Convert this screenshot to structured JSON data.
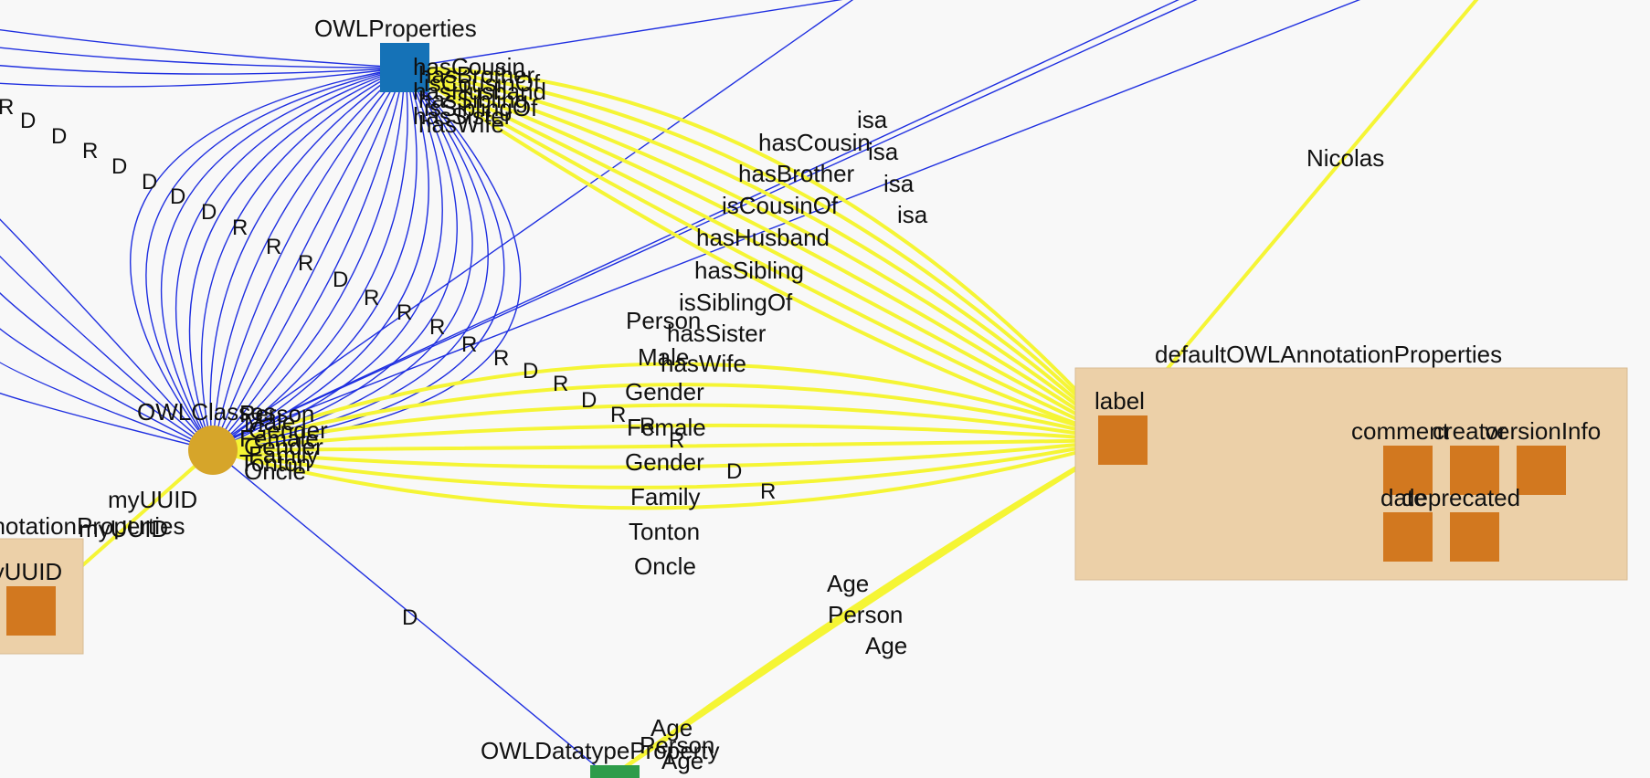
{
  "colors": {
    "background": "#f8f8f8",
    "blue_edge": "#1f2fe0",
    "yellow_edge": "#f5f535",
    "group_fill": "#ecd0a8",
    "annotation_node": "#d2781f",
    "owlproperties_node": "#1572b7",
    "owlclasses_node": "#d6a52a",
    "datatype_node": "#2e9c4a"
  },
  "groups": {
    "annotation_group_title": "defaultOWLAnnotationProperties",
    "left_group_title": "myAnnotationProperties"
  },
  "nodes": {
    "owl_properties": "OWLProperties",
    "owl_classes": "OWLClasses",
    "owl_datatype_property": "OWLDatatypeProperty",
    "label": "label",
    "comment": "comment",
    "creator": "creator",
    "version_info": "versionInfo",
    "date": "date",
    "deprecated": "deprecated",
    "uuid_node": "myUUID"
  },
  "edge_labels": {
    "nicolas": "Nicolas",
    "my_uuid_1": "myUUID",
    "my_uuid_2": "myUUID",
    "datatype_domain": "D",
    "isa": [
      "isa",
      "isa",
      "isa",
      "isa"
    ],
    "property_names": [
      "hasCousin",
      "hasBrother",
      "isCousinOf",
      "hasHusband",
      "hasSibling",
      "isSiblingOf",
      "hasSister",
      "hasWife"
    ],
    "class_names": [
      "Person",
      "Male",
      "Gender",
      "Female",
      "Gender",
      "Family",
      "Tonton",
      "Oncle"
    ],
    "datatype_names": [
      "Age",
      "Person",
      "Age"
    ],
    "datatype_stack": [
      "Age",
      "Person",
      "Age"
    ],
    "owlprop_stack": [
      "hasCousin",
      "hasBrother",
      "isCousinOf",
      "hasHusband",
      "hasSibling",
      "isSiblingOf",
      "hasSister",
      "hasWife"
    ],
    "owlclass_stack": [
      "Person",
      "Male",
      "Gender",
      "Female",
      "Gender",
      "Family",
      "Tonton",
      "Oncle"
    ],
    "range_domain": [
      "R",
      "D",
      "D",
      "R",
      "D",
      "D",
      "D",
      "D",
      "R",
      "R",
      "R",
      "D",
      "R",
      "R",
      "R",
      "R",
      "R",
      "D",
      "R",
      "D",
      "R",
      "R",
      "R",
      "D",
      "R"
    ]
  }
}
